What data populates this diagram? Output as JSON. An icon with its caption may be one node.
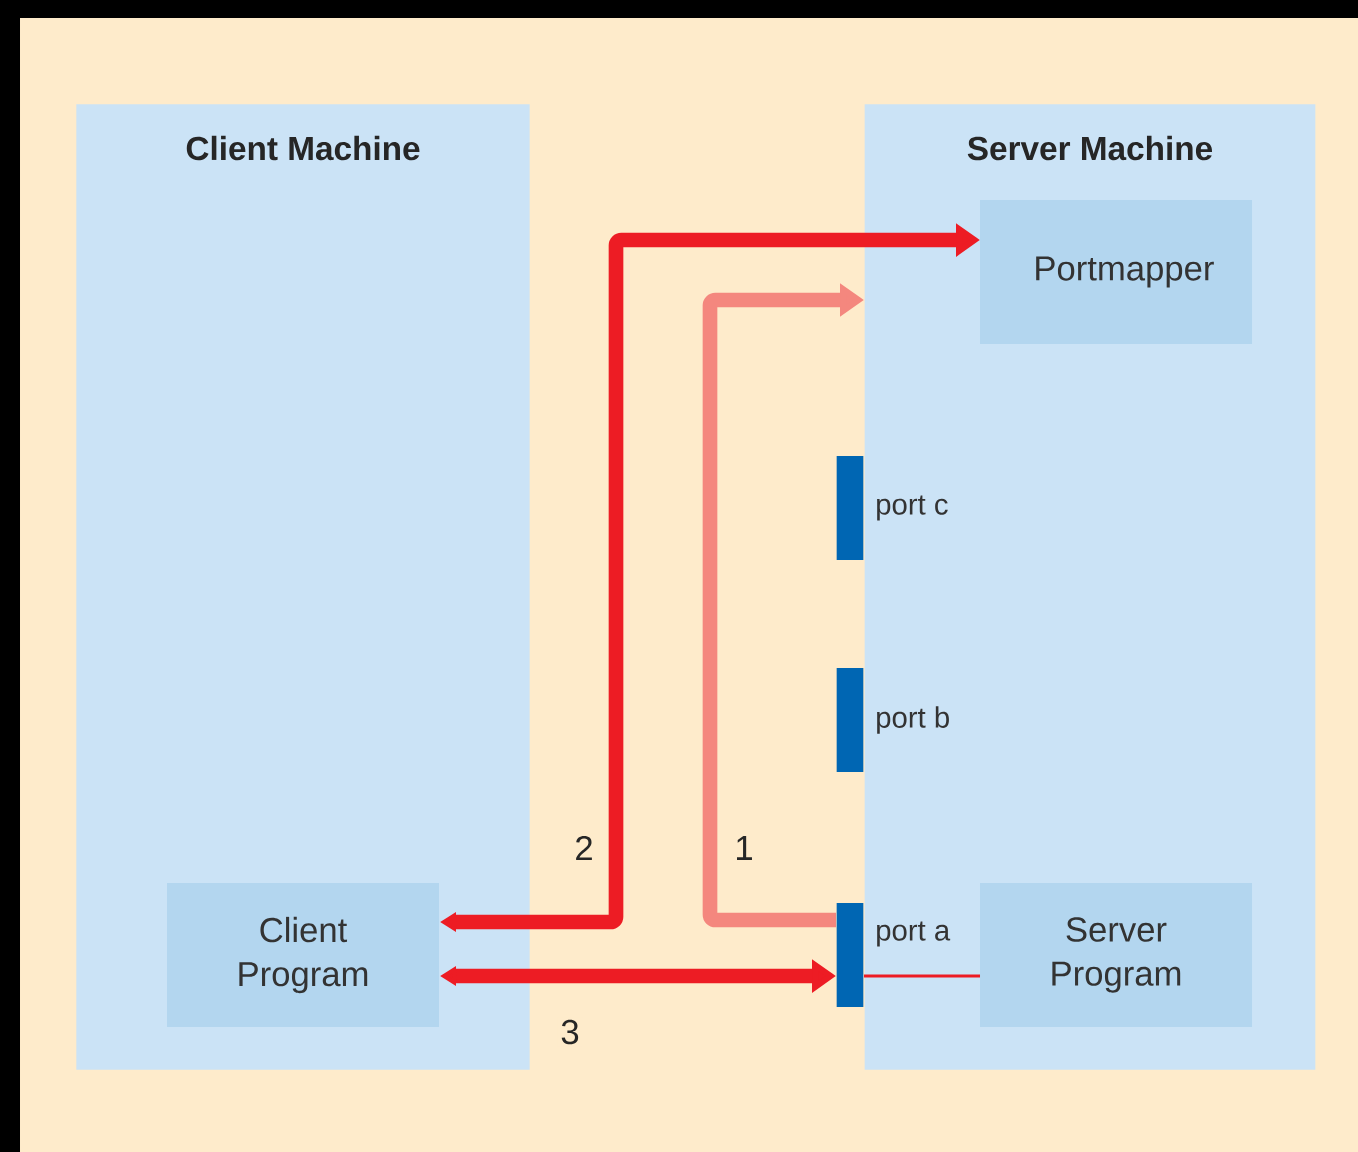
{
  "diagram": {
    "nodes": [
      {
        "text": [
          "Client Machine"
        ]
      },
      {
        "text": [
          "Client Program"
        ],
        "in": 0
      },
      {
        "text": [
          "Server Machine"
        ]
      },
      {
        "text": [
          "Portmapper"
        ],
        "in": 2
      },
      {
        "text": [],
        "shape": "bar",
        "beside": [
          "port c"
        ]
      },
      {
        "text": [],
        "shape": "bar",
        "beside": [
          "port b"
        ]
      },
      {
        "text": [],
        "shape": "bar",
        "beside": [
          "port a"
        ]
      },
      {
        "text": [
          "Server Program"
        ],
        "in": 2
      }
    ],
    "edges": [
      {
        "from": 6,
        "to": 2,
        "arrow": "to",
        "label": "1",
        "color": "#f4877e"
      },
      {
        "from": 1,
        "to": 3,
        "arrow": "both",
        "label": "2"
      },
      {
        "from": 1,
        "to": 6,
        "arrow": "both",
        "label": "3"
      },
      {
        "from": 6,
        "to": 7,
        "arrow": "none"
      }
    ]
  }
}
